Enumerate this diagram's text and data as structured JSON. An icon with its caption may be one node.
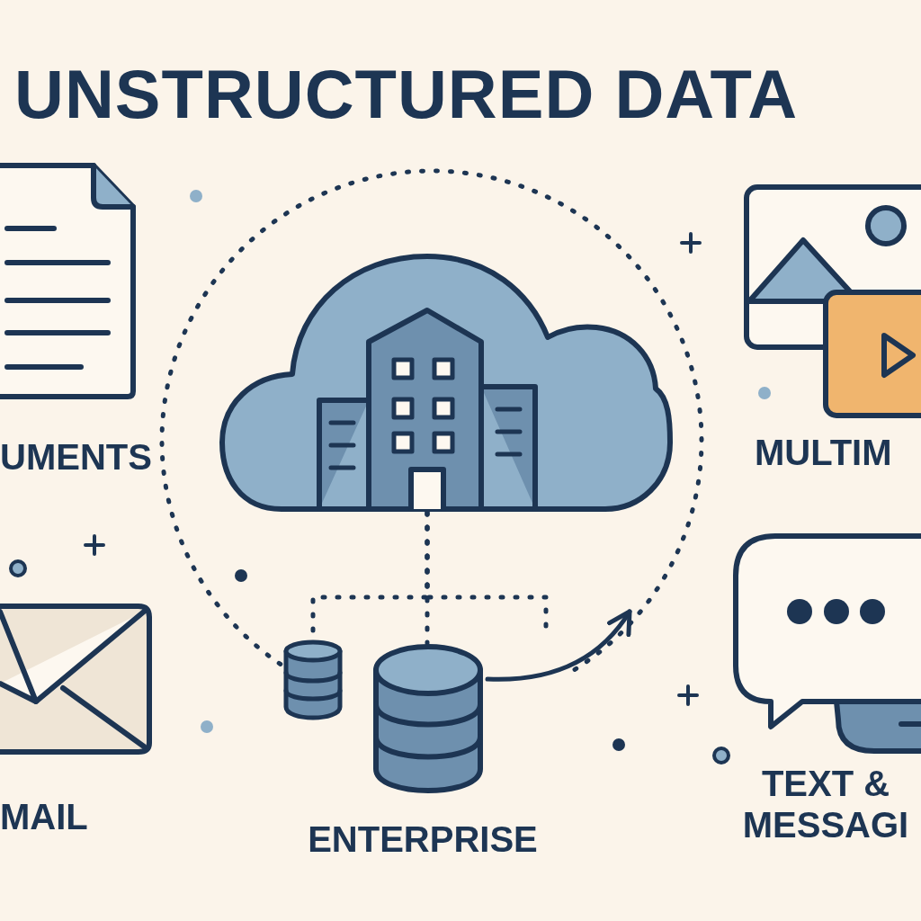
{
  "diagram": {
    "title": "UNSTRUCTURED DATA",
    "nodes": [
      {
        "text": [
          "UMENTS"
        ]
      },
      {
        "text": [
          "MULTIM"
        ]
      },
      {
        "text": [],
        "shape": "cloud"
      },
      {
        "text": [],
        "shape": "cylinder"
      },
      {
        "text": [
          "ENTERPRISE"
        ]
      },
      {
        "text": [
          "MAIL"
        ]
      },
      {
        "text": [
          "TEXT & MESSAGI"
        ]
      }
    ],
    "edges": [
      {
        "from": 2,
        "to": 3,
        "arrow": "none",
        "style": "dashed"
      },
      {
        "from": 2,
        "to": 4,
        "arrow": "none",
        "style": "dashed"
      },
      {
        "from": 2,
        "to": null,
        "arrow": "none",
        "style": "dashed"
      },
      {
        "from": 4,
        "to": null,
        "arrow": "to"
      }
    ]
  }
}
